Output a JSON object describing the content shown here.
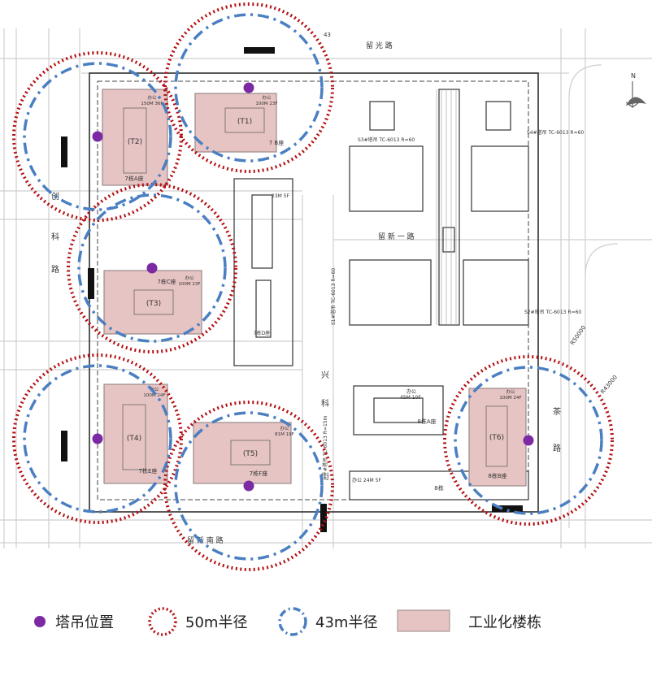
{
  "colors": {
    "crane": "#7b2aa3",
    "radius50": "#b40f12",
    "radius43": "#4a7fc1",
    "industrial": "#e7c4c4",
    "industrial_border": "#9a8a8a",
    "road": "#ececec",
    "line": "#555555"
  },
  "roads": {
    "north": "留 光 路",
    "inner": "留 新 一 路",
    "south": "留 新 南 路",
    "west": [
      "创",
      "科",
      "路"
    ],
    "middle": [
      "兴",
      "科",
      "街"
    ],
    "east": [
      "茶",
      "路"
    ],
    "dim_outer": "R50000",
    "dim_inner": "R43000"
  },
  "buildings": [
    {
      "crane": "(T1)",
      "tag": "7  B座",
      "note1": "办公",
      "note2": "100M 23F"
    },
    {
      "crane": "(T2)",
      "tag": "7栋A座",
      "note1": "办公",
      "note2": "150M 36F"
    },
    {
      "crane": "(T3)",
      "tag": "7栋C座",
      "note1": "办公",
      "note2": "100M 23F"
    },
    {
      "crane": "(T4)",
      "tag": "7栋E座",
      "note1": "办公",
      "note2": "100M 24F"
    },
    {
      "crane": "(T5)",
      "tag": "7栋F座",
      "note1": "办公",
      "note2": "81M 19F"
    },
    {
      "crane": "(T6)",
      "tag": "8栋B座",
      "note1": "办公",
      "note2": "100M 24F"
    }
  ],
  "other_labels": {
    "b7d": "7栋D座",
    "b7d_note": "23M 5F",
    "b8a": "8栋A座",
    "b8a_note1": "办公",
    "b8a_note2": "45M 10F",
    "b8": "8栋",
    "b8_note": "办公  24M  5F",
    "s1": "S1#塔吊 TC-6013 R=60",
    "s2": "S2#塔吊 TC-6013 R=60",
    "s3": "S3#塔吊 TC-6013 R=60",
    "s4": "S4#塔吊 TC-6013 R=60",
    "s5": "#塔吊 TC-6013 R=15m",
    "north": "N"
  },
  "legend": {
    "crane": "塔吊位置",
    "r50": "50m半径",
    "r43": "43m半径",
    "industrial": "工业化楼栋"
  }
}
